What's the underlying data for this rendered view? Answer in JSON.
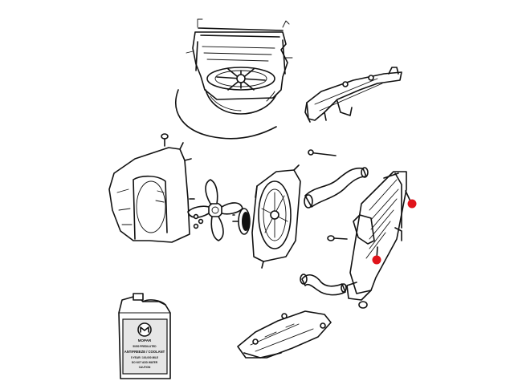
{
  "diagram": {
    "coolant_jug": {
      "brand": "MOPAR",
      "label_lines": [
        "50/50 PREDILUTED",
        "ANTIFREEZE / COOLANT",
        "5 YEAR / 100,000 MILE",
        "DO NOT ADD WATER",
        "CAUTION"
      ]
    },
    "colors": {
      "line": "#111111",
      "marker": "#e0141b",
      "background": "#ffffff"
    },
    "markers": [
      {
        "name": "radiator-upper-marker"
      },
      {
        "name": "radiator-lower-marker"
      }
    ]
  }
}
